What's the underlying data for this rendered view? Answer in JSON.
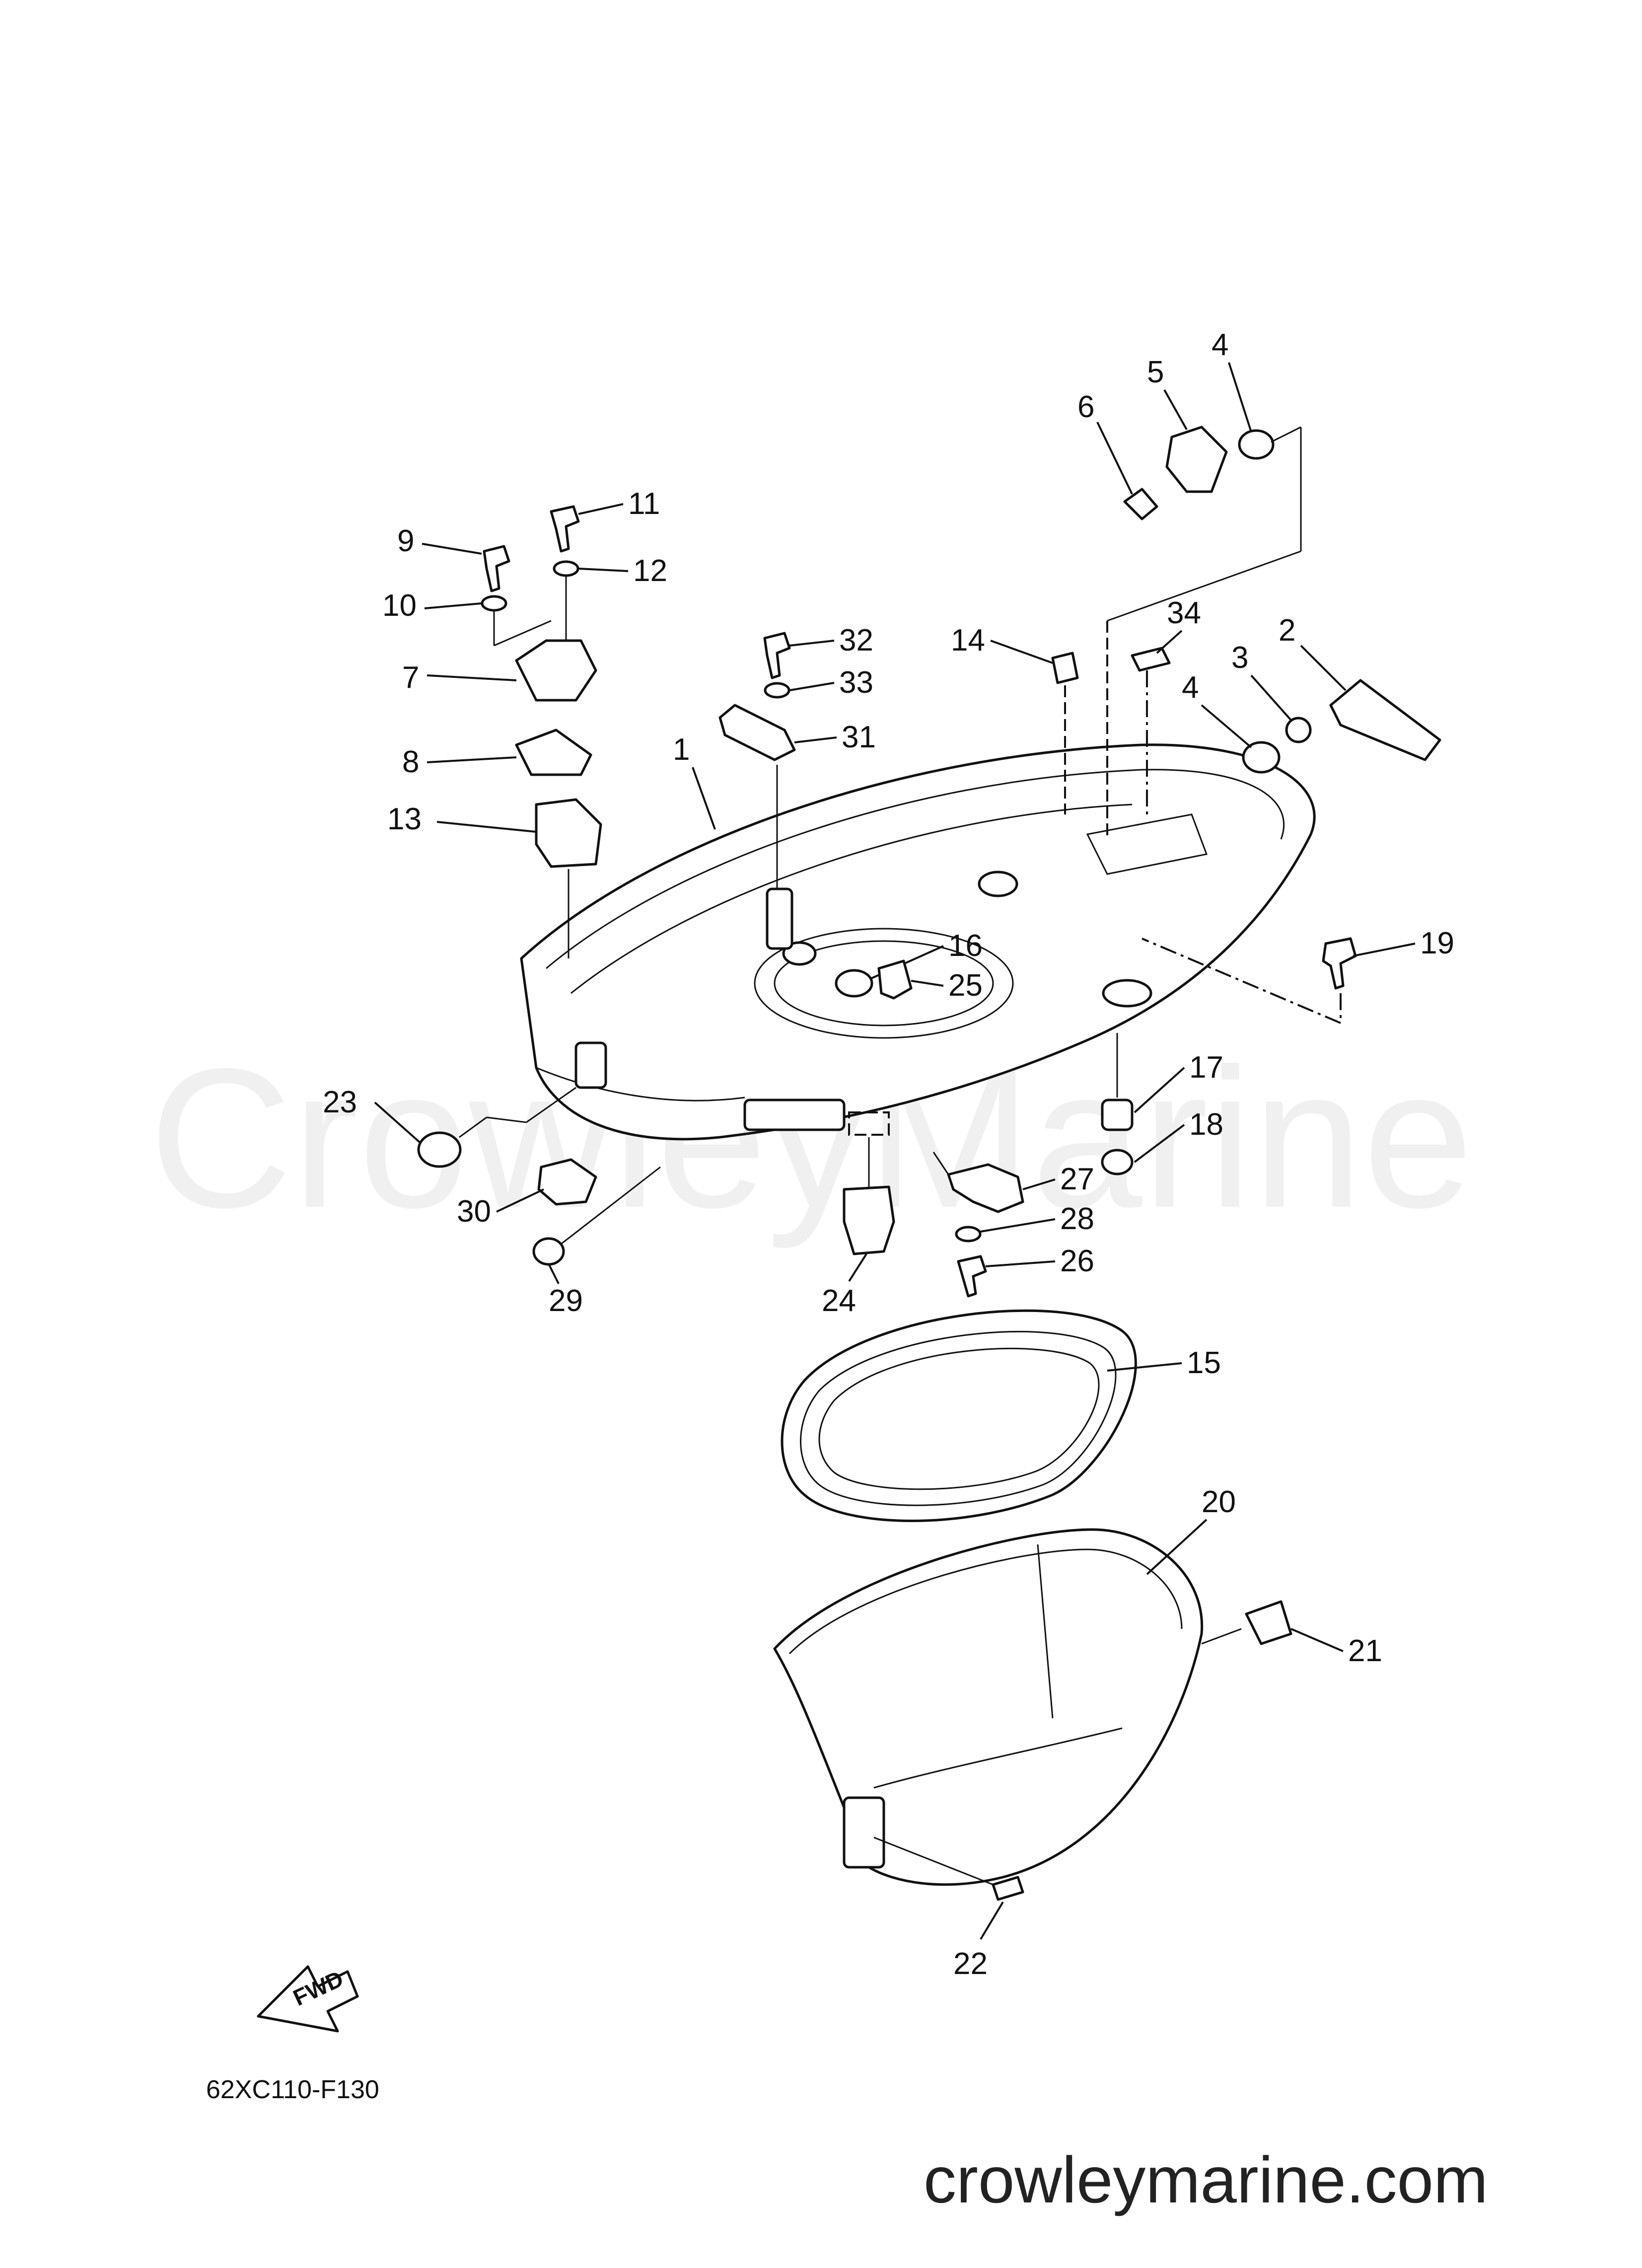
{
  "watermark": "CrowleyMarine",
  "footer_site": "crowleymarine.com",
  "diagram_code": "62XC110-F130",
  "direction_label": "FWD",
  "callouts": {
    "c1": "1",
    "c2": "2",
    "c3": "3",
    "c4a": "4",
    "c4b": "4",
    "c5": "5",
    "c6": "6",
    "c7": "7",
    "c8": "8",
    "c9": "9",
    "c10": "10",
    "c11": "11",
    "c12": "12",
    "c13": "13",
    "c14": "14",
    "c15": "15",
    "c16": "16",
    "c17": "17",
    "c18": "18",
    "c19": "19",
    "c20": "20",
    "c21": "21",
    "c22": "22",
    "c23": "23",
    "c24": "24",
    "c25": "25",
    "c26": "26",
    "c27": "27",
    "c28": "28",
    "c29": "29",
    "c30": "30",
    "c31": "31",
    "c32": "32",
    "c33": "33",
    "c34": "34"
  }
}
